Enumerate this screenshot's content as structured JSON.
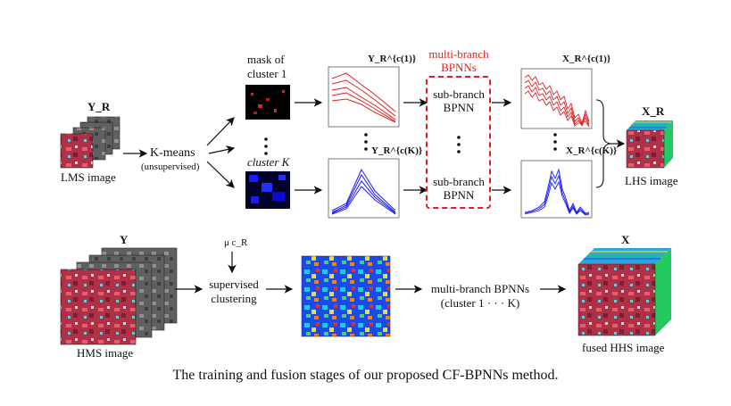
{
  "top_row": {
    "lms_symbol": "Y_R",
    "lms_label": "LMS image",
    "kmeans_label": "K-means",
    "kmeans_sub": "(unsupervised)",
    "mask_label_line1": "mask of",
    "mask_label_line2": "cluster 1",
    "mask_label_k": "cluster K",
    "spec_top_symbol": "Y_R^{c(1)}",
    "spec_bottom_symbol": "Y_R^{c(K)}",
    "bpnn_group_label_line1": "multi-branch",
    "bpnn_group_label_line2": "BPNNs",
    "subbranch_label_line1": "sub-branch",
    "subbranch_label_line2": "BPNN",
    "out_top_symbol": "X_R^{c(1)}",
    "out_bottom_symbol": "X_R^{c(K)}",
    "lhs_symbol": "X_R",
    "lhs_label": "LHS image"
  },
  "bottom_row": {
    "hms_symbol": "Y",
    "hms_label": "HMS image",
    "mu_symbol": "μ c_R",
    "supervised_line1": "supervised",
    "supervised_line2": "clustering",
    "bpnn_line1": "multi-branch BPNNs",
    "bpnn_line2": "(cluster 1 · · · K)",
    "fused_symbol": "X",
    "fused_label": "fused HHS image"
  },
  "caption": "The training and fusion stages of our proposed CF-BPNNs method.",
  "colors": {
    "red": "#e02020",
    "blue": "#1a1aff",
    "image_red": "#c8324a",
    "cyan": "#3cc8d8",
    "green": "#28c850"
  }
}
